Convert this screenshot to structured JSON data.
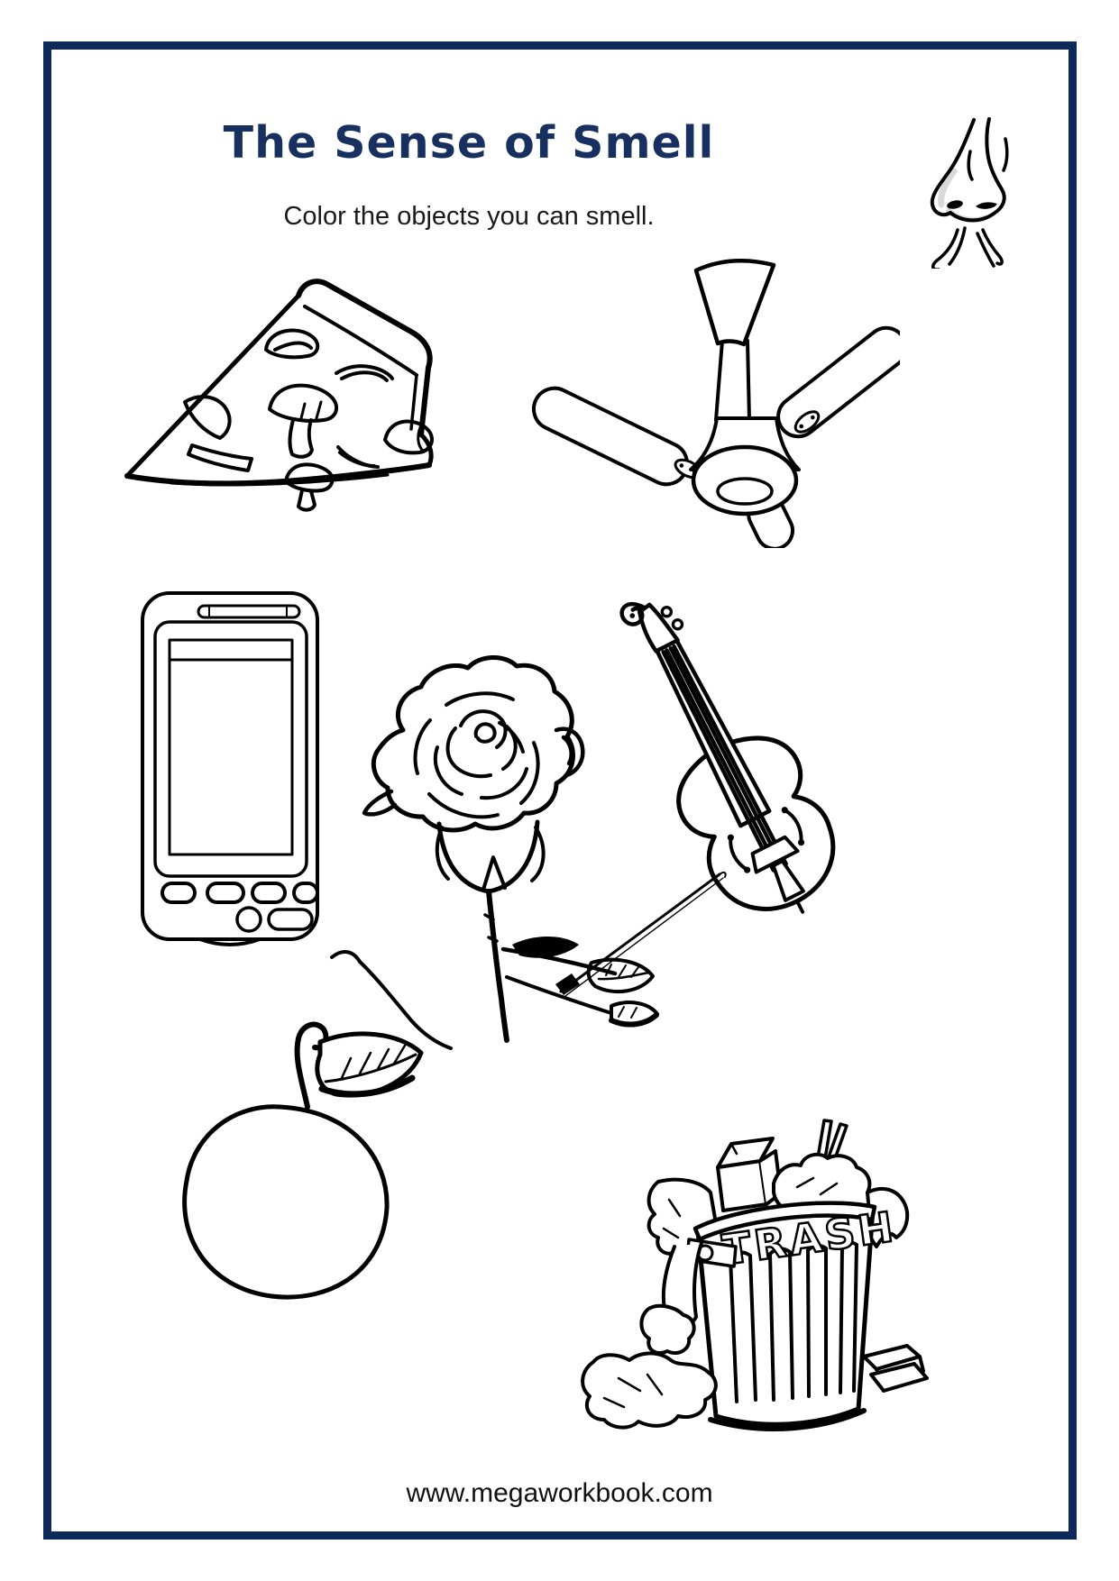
{
  "page": {
    "title": "The Sense of Smell",
    "instruction": "Color the objects you can smell.",
    "footer_url": "www.megaworkbook.com",
    "trash_can_text": "TRASH"
  },
  "colors": {
    "border_navy": "#0d2a5a",
    "title_navy": "#17305f",
    "line_ink": "#000000",
    "paper_white": "#ffffff"
  },
  "illustrations": [
    {
      "name": "nose-icon"
    },
    {
      "name": "pizza-slice"
    },
    {
      "name": "ceiling-fan"
    },
    {
      "name": "mobile-phone"
    },
    {
      "name": "rose"
    },
    {
      "name": "double-bass"
    },
    {
      "name": "mango"
    },
    {
      "name": "trash-can"
    }
  ]
}
